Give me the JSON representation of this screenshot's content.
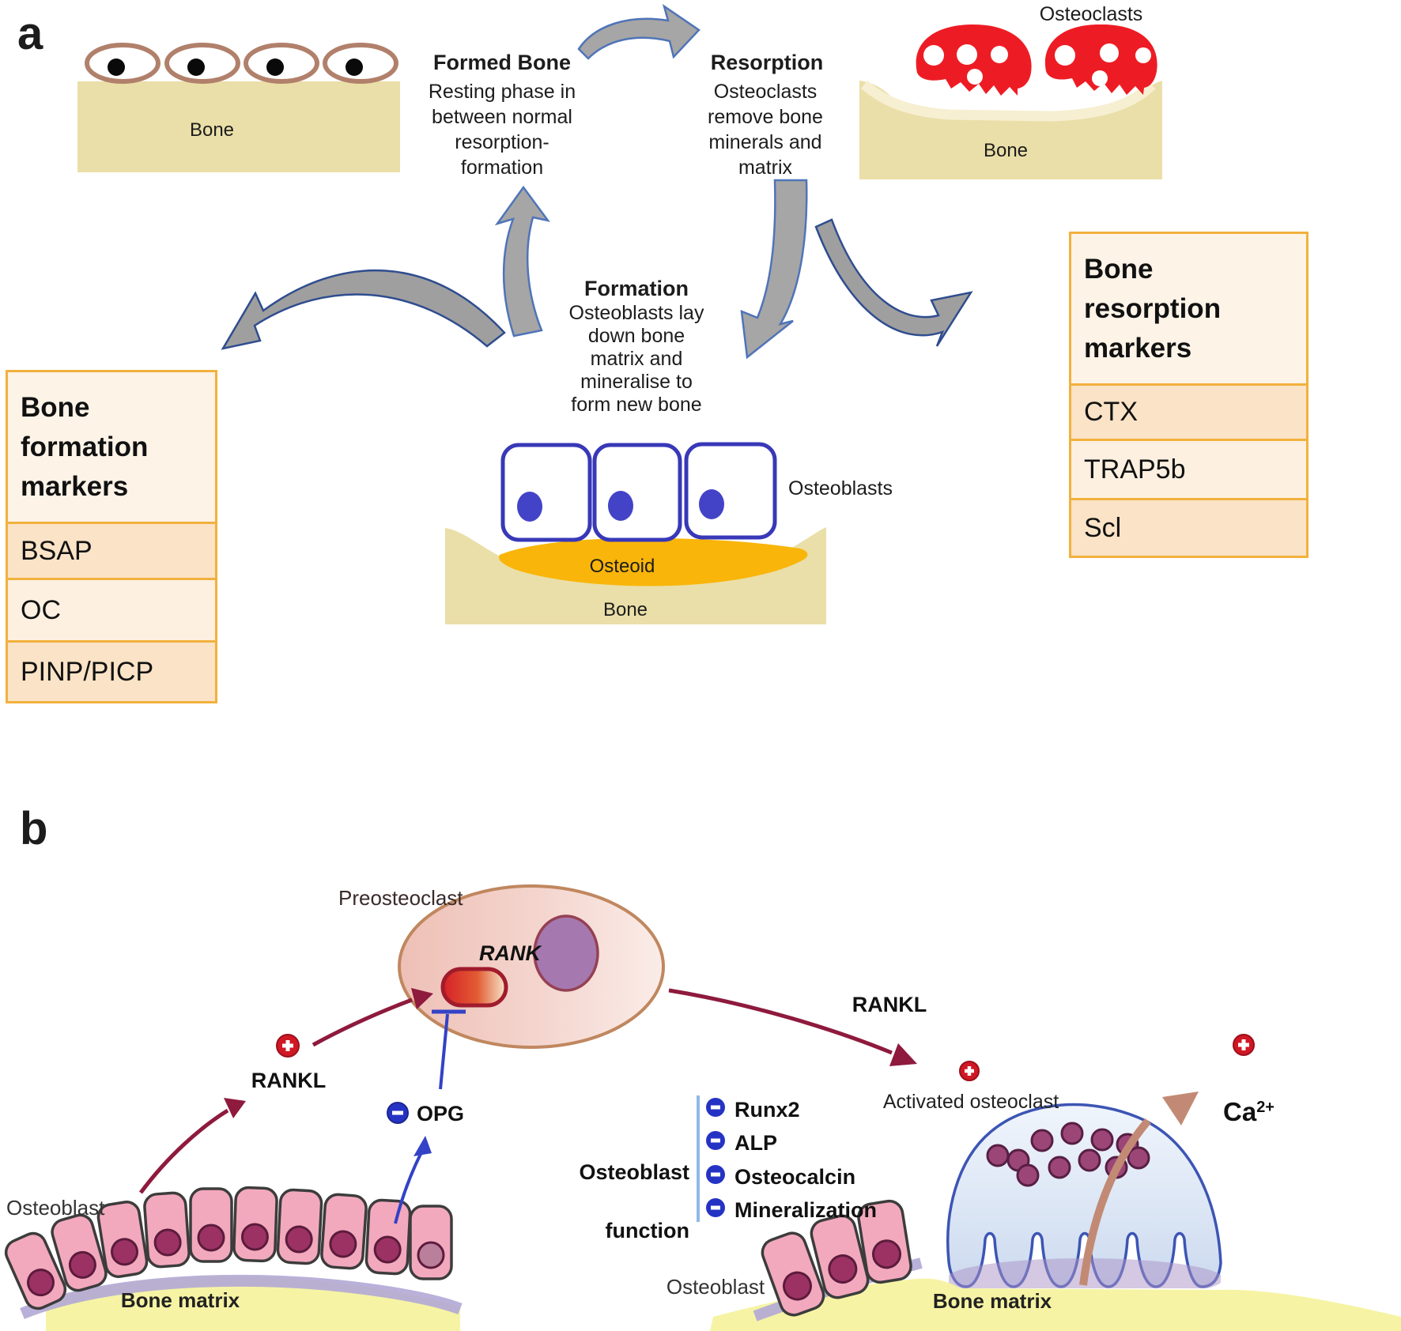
{
  "panel_a": {
    "label": "a",
    "resting_bone": {
      "bone": "Bone"
    },
    "formed_bone": {
      "title": "Formed Bone",
      "desc": "Resting phase in\nbetween normal\nresorption-\nformation"
    },
    "resorption": {
      "title": "Resorption",
      "desc": "Osteoclasts\nremove bone\nminerals and\nmatrix",
      "cells": "Osteoclasts",
      "bone": "Bone"
    },
    "formation": {
      "title": "Formation",
      "desc": "Osteoblasts lay\ndown bone\nmatrix and\nmineralise to\nform new bone",
      "cells": "Osteoblasts",
      "osteoid": "Osteoid",
      "bone": "Bone"
    },
    "formation_markers": {
      "title": "Bone\nformation\nmarkers",
      "rows": [
        "BSAP",
        "OC",
        "PINP/PICP"
      ]
    },
    "resorption_markers": {
      "title": "Bone\nresorption\nmarkers",
      "rows": [
        "CTX",
        "TRAP5b",
        "Scl"
      ]
    }
  },
  "panel_b": {
    "label": "b",
    "preosteoclast": "Preosteoclast",
    "rank": "RANK",
    "rankl_left": "RANKL",
    "opg": "OPG",
    "rankl_right": "RANKL",
    "activated": "Activated osteoclast",
    "ca": {
      "base": "Ca",
      "sup": "2+"
    },
    "osteoblast_left": "Osteoblast",
    "bone_matrix_left": "Bone matrix",
    "function": {
      "line1": "Osteoblast",
      "line2": "function",
      "items": [
        "Runx2",
        "ALP",
        "Osteocalcin",
        "Mineralization"
      ]
    },
    "osteoblast_right": "Osteoblast",
    "bone_matrix_right": "Bone matrix"
  },
  "colors": {
    "bone_tan": "#eadfa8",
    "pit_cream": "#f7efd2",
    "osteoclast_red": "#ed1c24",
    "marker_border": "#f2b13d",
    "arrow_gray": "#a6a6a6",
    "arrow_edge_blue": "#4f74b8",
    "osteoid_orange": "#f9b509",
    "osteoblast_blue": "#3838b8",
    "maroon": "#8e1a3d",
    "signal_blue": "#3342c6",
    "pink_cell": "#f3a9bd",
    "matrix_yellow": "#f6f4a4",
    "dome_blue_edge": "#3c55b4",
    "brown_arrow": "#c28a74",
    "plus_red": "#d01824"
  }
}
